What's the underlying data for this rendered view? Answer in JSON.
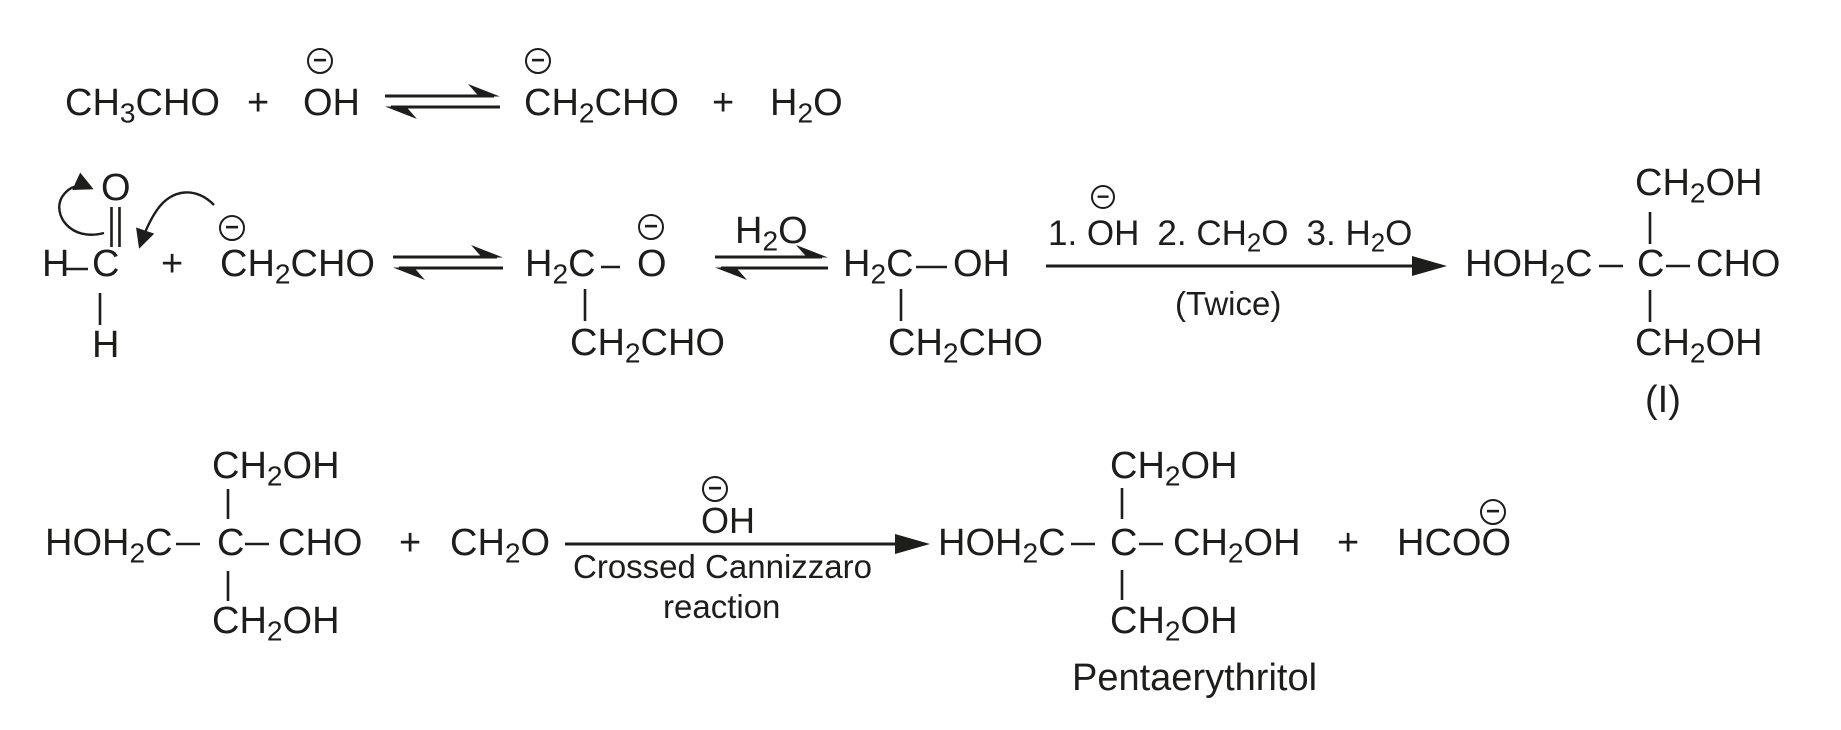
{
  "colors": {
    "ink": "#1d1d1b",
    "background": "#ffffff"
  },
  "step1": {
    "acetaldehyde": "CH₃CHO",
    "plus1": "+",
    "hydroxide": "OH",
    "hydroxide_charge": "−",
    "enolate": "CH₂CHO",
    "enolate_charge": "−",
    "plus2": "+",
    "water": "H₂O"
  },
  "step2": {
    "formaldehyde": {
      "oxygen": "O",
      "h_left": "H",
      "carbon": "C",
      "h_bottom": "H"
    },
    "plus": "+",
    "enolate": "CH₂CHO",
    "enolate_charge": "−",
    "alkoxide": {
      "head": "H₂C",
      "oxygen": "O",
      "charge": "−",
      "tail": "CH₂CHO"
    },
    "water_label": "H₂O",
    "alcohol": {
      "head": "H₂C",
      "hydroxyl": "OH",
      "tail": "CH₂CHO"
    },
    "conditions": {
      "step_1": "1. OH",
      "charge": "−",
      "step_2": "2. CH₂O",
      "step_3": "3. H₂O",
      "note": "(Twice)"
    },
    "product": {
      "top": "CH₂OH",
      "left": "HOH₂C",
      "center": "C",
      "right": "CHO",
      "bottom": "CH₂OH",
      "label": "(I)"
    }
  },
  "step3": {
    "triol_aldehyde": {
      "top": "CH₂OH",
      "left": "HOH₂C",
      "center": "C",
      "right": "CHO",
      "bottom": "CH₂OH"
    },
    "plus1": "+",
    "formaldehyde": "CH₂O",
    "conditions": {
      "reagent": "OH",
      "charge": "−",
      "label_line1": "Crossed Cannizzaro",
      "label_line2": "reaction"
    },
    "product": {
      "top": "CH₂OH",
      "left": "HOH₂C",
      "center": "C",
      "right": "CH₂OH",
      "bottom": "CH₂OH",
      "label": "Pentaerythritol"
    },
    "plus2": "+",
    "formate": "HCOO",
    "formate_charge": "−"
  }
}
